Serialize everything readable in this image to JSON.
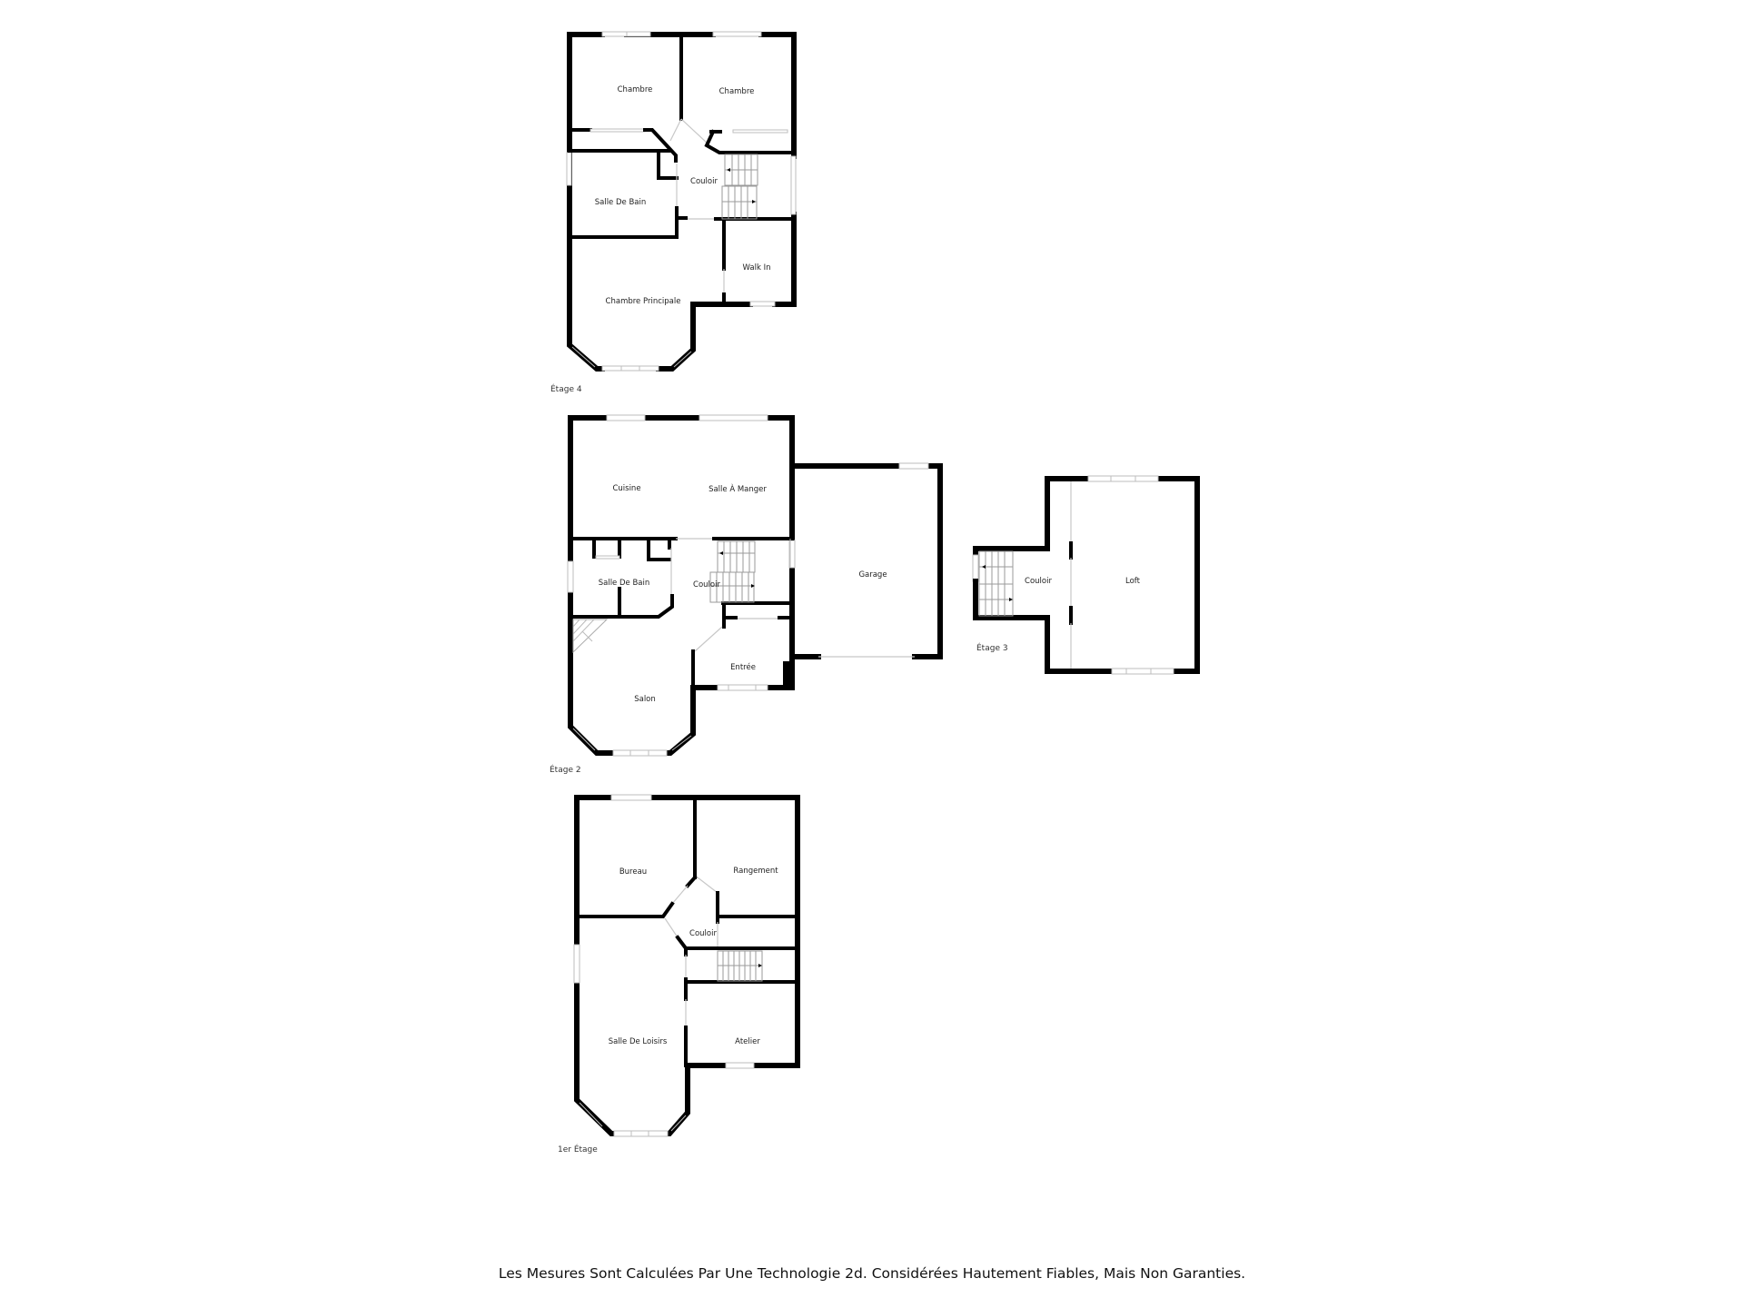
{
  "floors": [
    {
      "id": "etage-4",
      "level_label": "Étage 4",
      "rooms": [
        "Chambre",
        "Chambre",
        "Couloir",
        "Salle De Bain",
        "Walk In",
        "Chambre Principale"
      ]
    },
    {
      "id": "etage-2",
      "level_label": "Étage 2",
      "rooms": [
        "Cuisine",
        "Salle À Manger",
        "Salle De Bain",
        "Couloir",
        "Garage",
        "Entrée",
        "Salon"
      ]
    },
    {
      "id": "etage-3",
      "level_label": "Étage 3",
      "rooms": [
        "Couloir",
        "Loft"
      ]
    },
    {
      "id": "1er-etage",
      "level_label": "1er Étage",
      "rooms": [
        "Bureau",
        "Rangement",
        "Couloir",
        "Salle De Loisirs",
        "Atelier"
      ]
    }
  ],
  "footer": {
    "disclaimer": "Les Mesures Sont Calculées Par Une Technologie 2d. Considérées Hautement Fiables, Mais Non Garanties."
  },
  "colors": {
    "wall": "#000000",
    "background": "#ffffff",
    "window": "#bdbdbd"
  }
}
